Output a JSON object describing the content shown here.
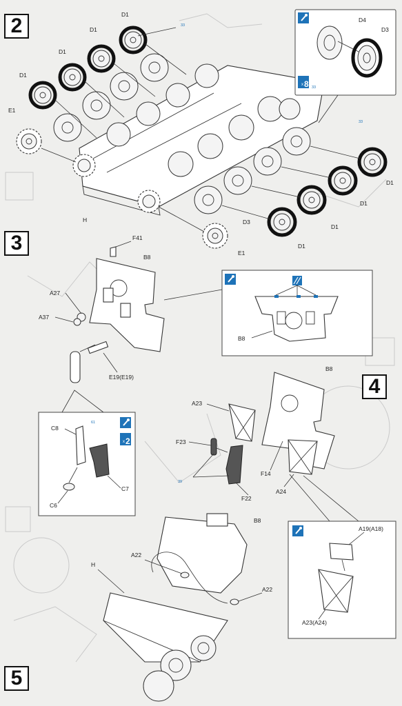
{
  "steps": [
    {
      "number": "2"
    },
    {
      "number": "3"
    },
    {
      "number": "4"
    },
    {
      "number": "5"
    }
  ],
  "step2": {
    "labels": {
      "d1": "D1",
      "d3": "D3",
      "d4": "D4",
      "e1": "E1",
      "h": "H"
    },
    "refs": [
      "33",
      "33",
      "33"
    ],
    "callout": {
      "count": "8"
    }
  },
  "step3": {
    "labels": {
      "f41": "F41",
      "b8": "B8",
      "a27": "A27",
      "a37": "A37",
      "e19": "E19(E19)",
      "c8": "C8",
      "c7": "C7",
      "c6": "C6"
    },
    "ref": "61",
    "callout_count": "2"
  },
  "step4": {
    "labels": {
      "b8": "B8",
      "a23": "A23",
      "f23": "F23",
      "f14": "F14",
      "f22": "F22",
      "a24": "A24",
      "a19": "A19(A18)",
      "a23b": "A23(A24)"
    },
    "ref": "39"
  },
  "step5": {
    "labels": {
      "b8": "B8",
      "a22": "A22",
      "a22b": "A22",
      "h": "H"
    }
  },
  "colors": {
    "page": "#efefed",
    "ink": "#222222",
    "accent_blue": "#1e73b8",
    "tire": "#111111"
  },
  "icons": [
    "cement-brush-icon",
    "quantity-multiplier-icon",
    "paint-reference-icon",
    "paint-stripe-icon"
  ]
}
